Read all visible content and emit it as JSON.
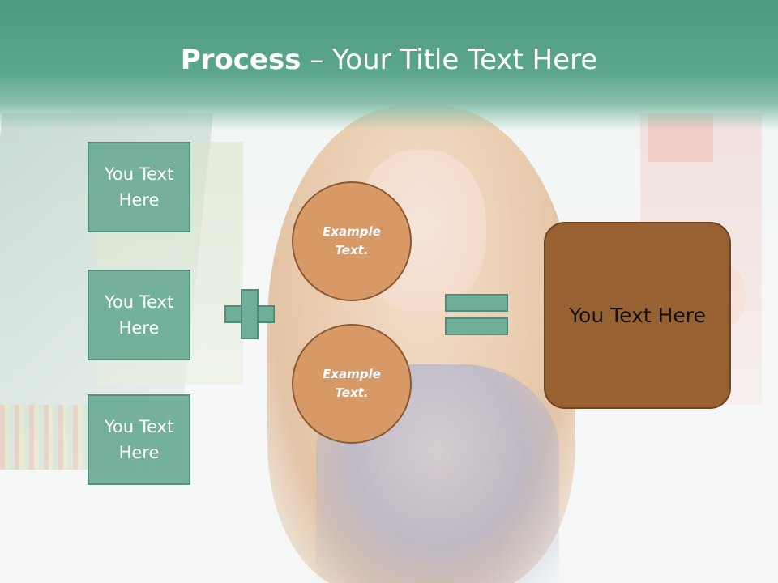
{
  "slide": {
    "title_bold": "Process",
    "title_rest": " – Your Title Text Here"
  },
  "left_boxes": [
    {
      "line1": "You Text",
      "line2": "Here"
    },
    {
      "line1": "You Text",
      "line2": "Here"
    },
    {
      "line1": "You Text",
      "line2": "Here"
    }
  ],
  "circles": [
    {
      "line1": "Example",
      "line2": "Text."
    },
    {
      "line1": "Example",
      "line2": "Text."
    }
  ],
  "result": {
    "label": "You Text Here"
  },
  "operators": {
    "plus": "plus-sign",
    "equals": "equals-sign"
  },
  "colors": {
    "header": "#5aa68c",
    "box_fill": "#6fae98",
    "circle_fill": "#d79a66",
    "result_fill": "#986132"
  }
}
